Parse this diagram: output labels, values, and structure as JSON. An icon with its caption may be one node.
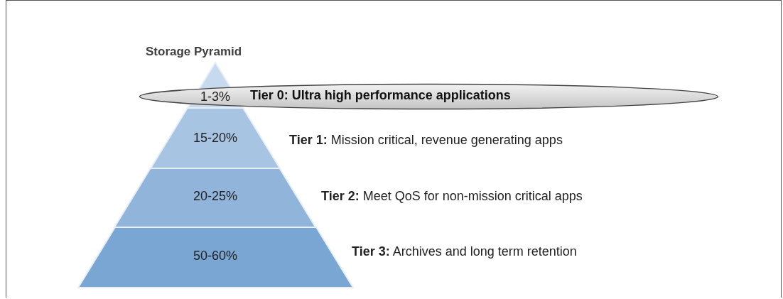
{
  "diagram": {
    "title": "Storage Pyramid",
    "nodes": [
      {
        "text": [
          "1-3%"
        ]
      },
      {
        "text": [
          "Tier 0: Ultra high performance applications"
        ]
      },
      {
        "text": [
          "15-20%"
        ],
        "beside": [
          "**Tier 1:** Mission critical, revenue generating apps"
        ]
      },
      {
        "text": [
          "20-25%"
        ],
        "beside": [
          "**Tier 2:** Meet QoS for non-mission critical apps"
        ]
      },
      {
        "text": [
          "50-60%"
        ],
        "beside": [
          "**Tier 3:** Archives and long term retention"
        ]
      }
    ]
  }
}
